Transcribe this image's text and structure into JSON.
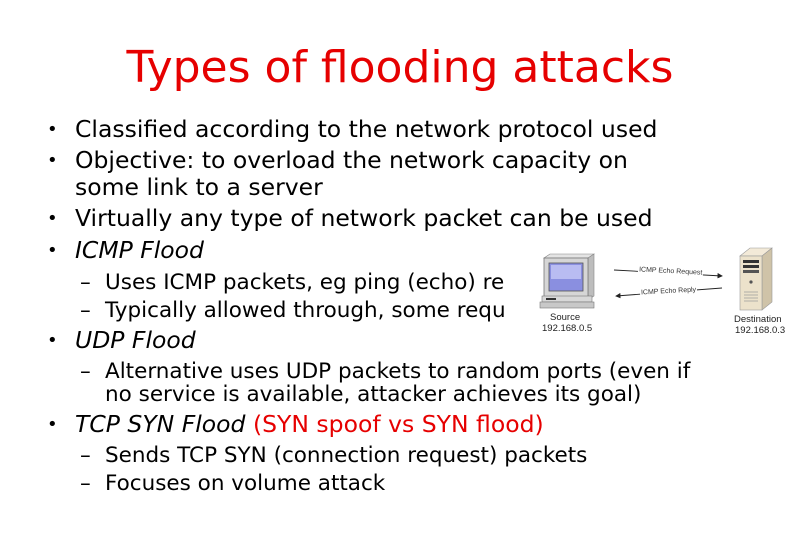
{
  "slide": {
    "title": "Types of flooding attacks",
    "title_color": "#e60000",
    "bullets": [
      {
        "text": "Classified according to the network protocol used"
      },
      {
        "text": "Objective: to overload the network capacity on",
        "continuation": "some link to a server"
      },
      {
        "text": "Virtually any type of network packet can be used"
      },
      {
        "text": "ICMP Flood",
        "style": "italic",
        "subitems": [
          {
            "text": "Uses ICMP packets, eg ping (echo) re"
          },
          {
            "text": "Typically allowed through, some requ"
          }
        ]
      },
      {
        "text": "UDP Flood",
        "style": "italic",
        "subitems": [
          {
            "text": "Alternative uses UDP packets to random ports (even if",
            "continuation": "no service is available, attacker achieves its goal)"
          }
        ]
      },
      {
        "text": "TCP SYN Flood",
        "style": "italic",
        "suffix": "(SYN spoof vs SYN flood)",
        "suffix_color": "#e60000",
        "subitems": [
          {
            "text": "Sends TCP SYN (connection request) packets"
          },
          {
            "text": "Focuses on volume attack"
          }
        ]
      }
    ],
    "bullet_glyph": "•",
    "dash_glyph": "–"
  },
  "diagram": {
    "source": {
      "label": "Source",
      "ip": "192.168.0.5",
      "icon": "desktop-computer-icon"
    },
    "destination": {
      "label": "Destination",
      "ip": "192.168.0.3",
      "icon": "server-tower-icon"
    },
    "arrows": [
      {
        "label": "ICMP Echo Request",
        "direction": "right"
      },
      {
        "label": "ICMP Echo Reply",
        "direction": "left"
      }
    ]
  }
}
